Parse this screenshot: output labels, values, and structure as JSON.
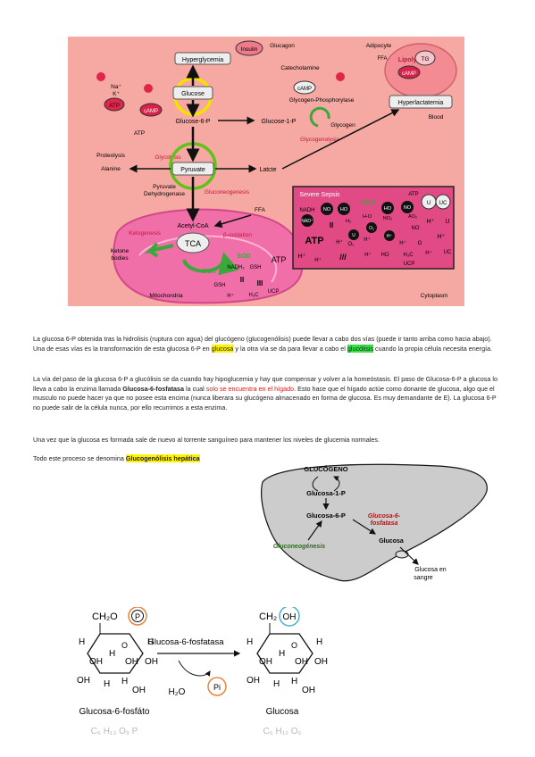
{
  "figure1": {
    "hyperglycemia": "Hyperglycemia",
    "insulin": "Insulin",
    "glucagon": "Glucagon",
    "catecholamine": "Catecholamine",
    "adipocyte": "Adipocyte",
    "lipolysis": "Lipolysis",
    "ffa": "FFA",
    "tg": "TG",
    "camp": "cAMP",
    "hyperlactatemia": "Hyperlactatemia",
    "blood": "Blood",
    "na": "Na⁺",
    "k": "K⁺",
    "atp": "ATP",
    "glucose": "Glucose",
    "glucose6p": "Glucose-6-P",
    "glucose1p": "Glucose-1-P",
    "glycogen": "Glycogen",
    "glycogen_phosphorylase": "Glycogen-Phosphorylase",
    "glycogenolysis": "Glycogenolysis",
    "proteolysis": "Proteolysis",
    "alanine": "Alanine",
    "glycolysis": "Glycolysis",
    "pyruvate": "Pyruvate",
    "lactate": "Latcte",
    "pyruvate_dehydrogenase": "Pyruvate Dehydrogenase",
    "gluconeogenesis": "Gluconeogenesis",
    "acetyl_coa": "Acetyl-CoA",
    "ketogenesis": "Ketogenesis",
    "beta_oxidation": "β-oxidation",
    "ketone_bodies": "Ketone bodies",
    "tca": "TCA",
    "sod": "SOD",
    "gsh": "GSH",
    "nadh2": "NADH₂",
    "mitochondria": "Mitochondria",
    "cytoplasm": "Cytoplasm",
    "ucp": "UCP",
    "severe_sepsis": "Severe Sepsis",
    "nadh": "NADH",
    "nad": "NAD⁺",
    "no": "NO",
    "ho": "HO",
    "h": "H⁺",
    "u": "U",
    "uc": "UC",
    "h2o": "H-O",
    "no2": "NO₂",
    "o2": "O₂",
    "ao2": "AO₂",
    "h3c": "H₃C",
    "h2": "H₂",
    "o": "O",
    "roman2": "II",
    "roman3": "III",
    "slashes": "///"
  },
  "text": {
    "p1_a": "La glucosa 6-P obtenida tras la hidrolisis (ruptura con agua) del glucógeno (glucogenólisis) puede llevar a cabo dos vías (puede ir tanto arriba como hacia abajo). Una de esas vías es la transformación de esta glucosa 6-P en ",
    "p1_glucosa": "glucosa",
    "p1_b": " y la otra vía se da para llevar a cabo el ",
    "p1_glucolisis": "glucólisis",
    "p1_c": " cuando la propia célula necesita energía.",
    "p2_a": "La vía del paso de la glucosa 6-P a glucólisis se da cuando hay hipoglucemia y hay que compensar y volver a la homeóstasis. El paso de Glucosa-6-P a glucosa lo lleva a cabo la enzima llamada ",
    "p2_enzyme": "Glucosa-6-fosfatasa",
    "p2_b": " la cual ",
    "p2_red": "solo se encuentra en el hígado.",
    "p2_c": " Esto hace que el hígado actúe como donante de glucosa, algo que el musculo no puede hacer ya que no posee esta encima (nunca liberara su glucógeno almacenado en forma de glucosa. Es muy demandante de E). La glucosa 6-P no puede salir de la célula nunca, por ello recurrimos a esta enzima.",
    "p3": "Una vez que la glucosa es formada sale de nuevo al torrente sanguíneo para mantener los niveles de glucemia normales.",
    "p4_a": "Todo este proceso se denomina ",
    "p4_hl": "Glucogenólisis hepática"
  },
  "figure2": {
    "glucogeno": "GLUCÓGENO",
    "glucosa1p": "Glucosa-1-P",
    "glucosa6p": "Glucosa-6-P",
    "glucosa6fosfatasa": "Glucosa-6-fosfatasa",
    "glucosa": "Glucosa",
    "gluconeogenesis": "Gluconeogénesis",
    "glucosa_sangre": "Glucosa en sangre"
  },
  "figure3": {
    "ch2o": "CH₂O",
    "p": "P",
    "ch2": "CH₂",
    "oh": "OH",
    "h": "H",
    "enzyme": "Glucosa-6-fosfatasa",
    "h2o": "H₂O",
    "pi": "Pi",
    "left_name": "Glucosa-6-fosfáto",
    "right_name": "Glucosa",
    "left_formula": "C₆ H₁₃ O₉ P",
    "right_formula": "C₆ H₁₂ O₆"
  }
}
